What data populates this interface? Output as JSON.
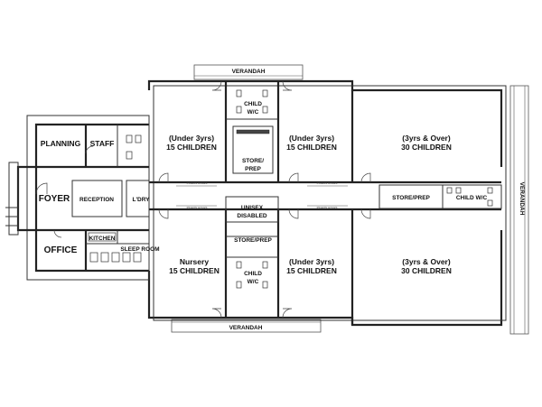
{
  "rooms": {
    "verandah_top": "VERANDAH",
    "verandah_bottom": "VERANDAH",
    "verandah_right": "VERANDAH",
    "child_wc_top": [
      "CHILD",
      "W/C"
    ],
    "child_wc_bottom": [
      "CHILD",
      "W/C"
    ],
    "child_wc_right": "CHILD W/C",
    "under3_tl": [
      "(Under 3yrs)",
      "15 CHILDREN"
    ],
    "under3_tc": [
      "(Under 3yrs)",
      "15 CHILDREN"
    ],
    "over3_tr": [
      "(3yrs & Over)",
      "30 CHILDREN"
    ],
    "store_prep_top": [
      "STORE/",
      "PREP"
    ],
    "store_prep_mid": "STORE/PREP",
    "store_prep_right": "STORE/PREP",
    "unisex": [
      "UNISEX",
      "DISABLED"
    ],
    "planning": "PLANNING",
    "staff": "STAFF",
    "foyer": "FOYER",
    "reception": "RECEPTION",
    "laundry": "L'DRY",
    "office": "OFFICE",
    "kitchen": "KITCHEN",
    "sleep_room": "SLEEP ROOM",
    "nursery": [
      "Nursery",
      "15 CHILDREN"
    ],
    "under3_bc": [
      "(Under 3yrs)",
      "15 CHILDREN"
    ],
    "over3_br": [
      "(3yrs & Over)",
      "30 CHILDREN"
    ]
  }
}
